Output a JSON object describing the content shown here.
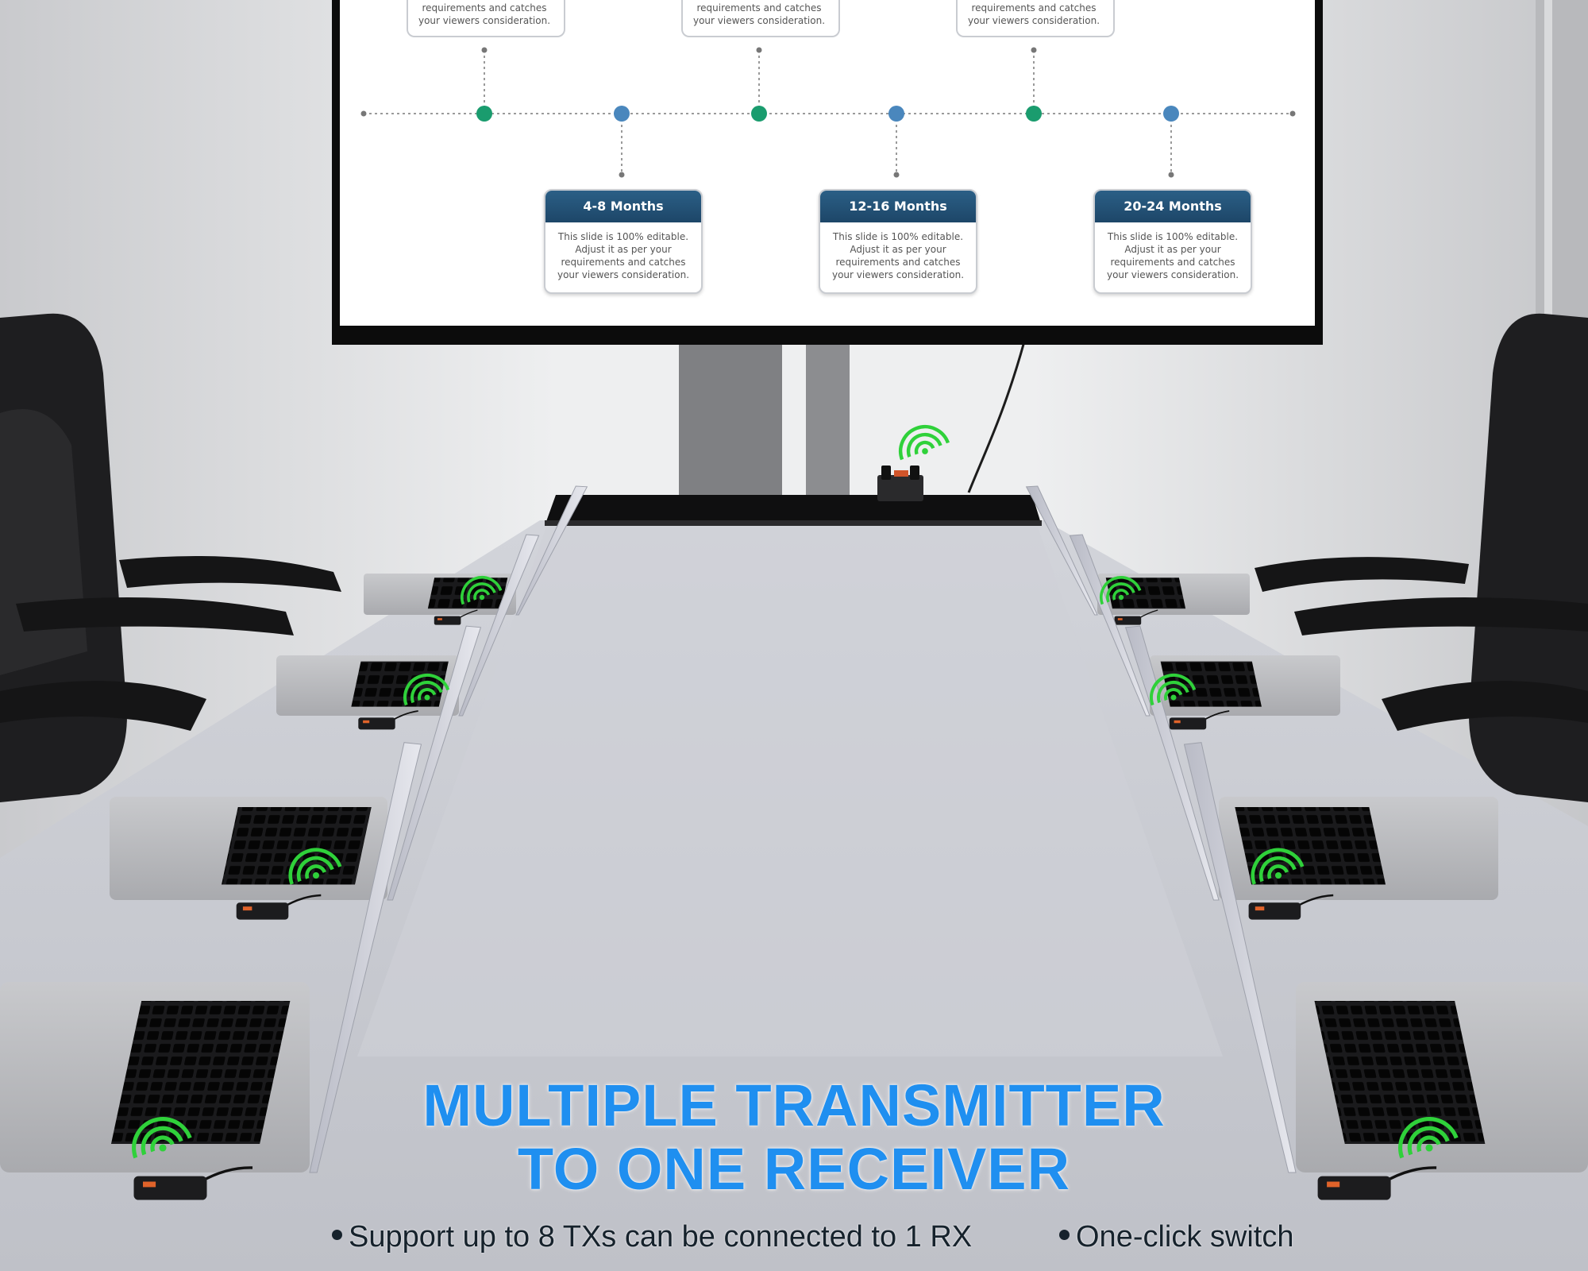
{
  "scene": {
    "description_colors": {
      "wall": "#e6e7e9",
      "table": "#c9cbd1",
      "chair": "#1e1e20",
      "signal": "#2fd13a",
      "headline": "#1f8ff0"
    },
    "icons": [
      "wifi-signal-icon",
      "laptop",
      "transmitter-dongle",
      "receiver-box",
      "office-chair"
    ]
  },
  "timeline": {
    "top_items": [
      {
        "desc": "requirements and catches\nyour viewers consideration."
      },
      {
        "desc": "requirements and catches\nyour viewers consideration."
      },
      {
        "desc": "requirements and catches\nyour viewers consideration."
      }
    ],
    "bottom_items": [
      {
        "title": "4-8 Months",
        "desc": "This slide is 100% editable.\nAdjust it as per your\nrequirements and catches\nyour viewers consideration."
      },
      {
        "title": "12-16 Months",
        "desc": "This slide is 100% editable.\nAdjust it as per your\nrequirements and catches\nyour viewers consideration."
      },
      {
        "title": "20-24 Months",
        "desc": "This slide is 100% editable.\nAdjust it as per your\nrequirements and catches\nyour viewers consideration."
      }
    ],
    "dot_colors": [
      "#1a9c6e",
      "#4a87bd"
    ]
  },
  "headline": {
    "line1": "MULTIPLE TRANSMITTER",
    "line2": "TO ONE RECEIVER"
  },
  "features": [
    "Support up to 8 TXs can be connected to 1 RX",
    "One-click switch"
  ]
}
